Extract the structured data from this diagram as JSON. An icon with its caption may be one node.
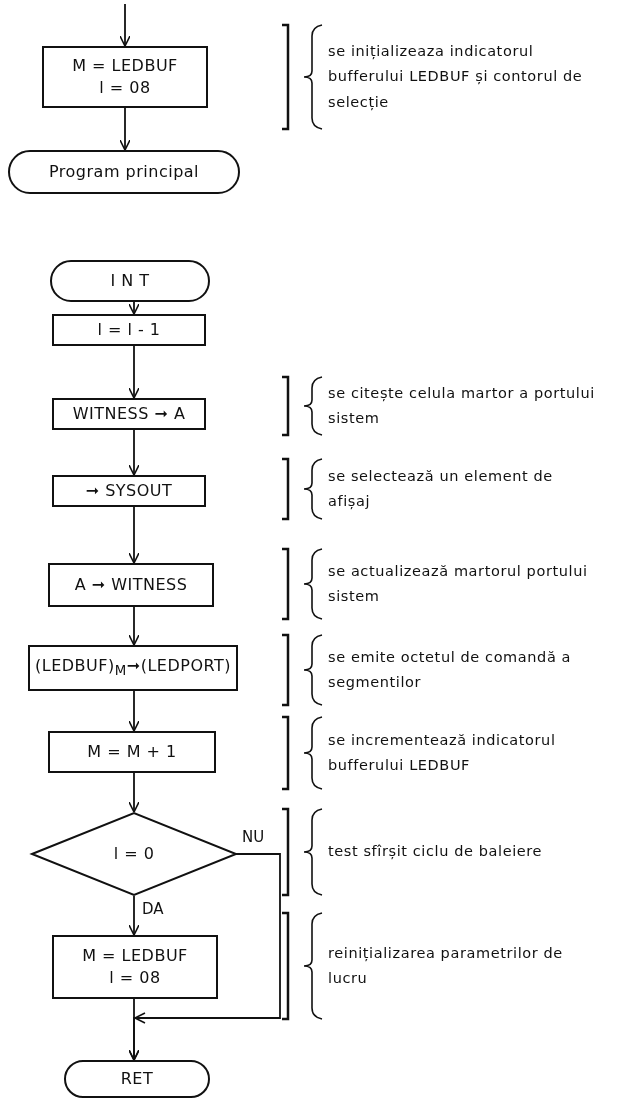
{
  "diagram": {
    "nodes": [
      {
        "text": [
          "M = LEDBUF",
          "l = 08"
        ]
      },
      {
        "text": [
          "Program principal"
        ]
      },
      {
        "text": [
          "I N T"
        ]
      },
      {
        "text": [
          "l = l - 1"
        ]
      },
      {
        "text": [
          "WITNESS ➞ A"
        ]
      },
      {
        "text": [
          "➞ SYSOUT"
        ]
      },
      {
        "text": [
          "A ➞ WITNESS"
        ]
      },
      {
        "text": [
          "(LEDBUF)$_{M}$➞(LEDPORT)"
        ]
      },
      {
        "text": [
          "M = M + 1"
        ]
      },
      {
        "text": [
          "l = 0"
        ]
      },
      {
        "text": [
          "M = LEDBUF",
          "l = 08"
        ]
      },
      {
        "text": [
          "RET"
        ]
      }
    ],
    "edges": [
      {
        "from": null,
        "to": 0,
        "arrow": "to"
      },
      {
        "from": 0,
        "to": 1,
        "arrow": "to"
      },
      {
        "from": 2,
        "to": 3,
        "arrow": "to"
      },
      {
        "from": 3,
        "to": 4,
        "arrow": "to"
      },
      {
        "from": 4,
        "to": 5,
        "arrow": "to"
      },
      {
        "from": 5,
        "to": 6,
        "arrow": "to"
      },
      {
        "from": 6,
        "to": 7,
        "arrow": "to"
      },
      {
        "from": 7,
        "to": 8,
        "arrow": "to"
      },
      {
        "from": 8,
        "to": 9,
        "arrow": "to"
      },
      {
        "from": 9,
        "to": 10,
        "label": "DA",
        "arrow": "to"
      },
      {
        "from": 9,
        "to": 11,
        "label": "NU",
        "arrow": "to"
      },
      {
        "from": 10,
        "to": 11,
        "arrow": "to"
      }
    ],
    "labels": [
      "se inițializeaza indicatorul bufferului LEDBUF și contorul de selecție",
      "se citește celula martor a portului sistem",
      "se selectează un element de afișaj",
      "se actualizează martorul portului sistem",
      "se emite octetul de comandă a segmentilor",
      "se incrementează indicatorul bufferului LEDBUF",
      "test sfîrșit ciclu de baleiere",
      "reinițializarea parametrilor de lucru"
    ]
  }
}
